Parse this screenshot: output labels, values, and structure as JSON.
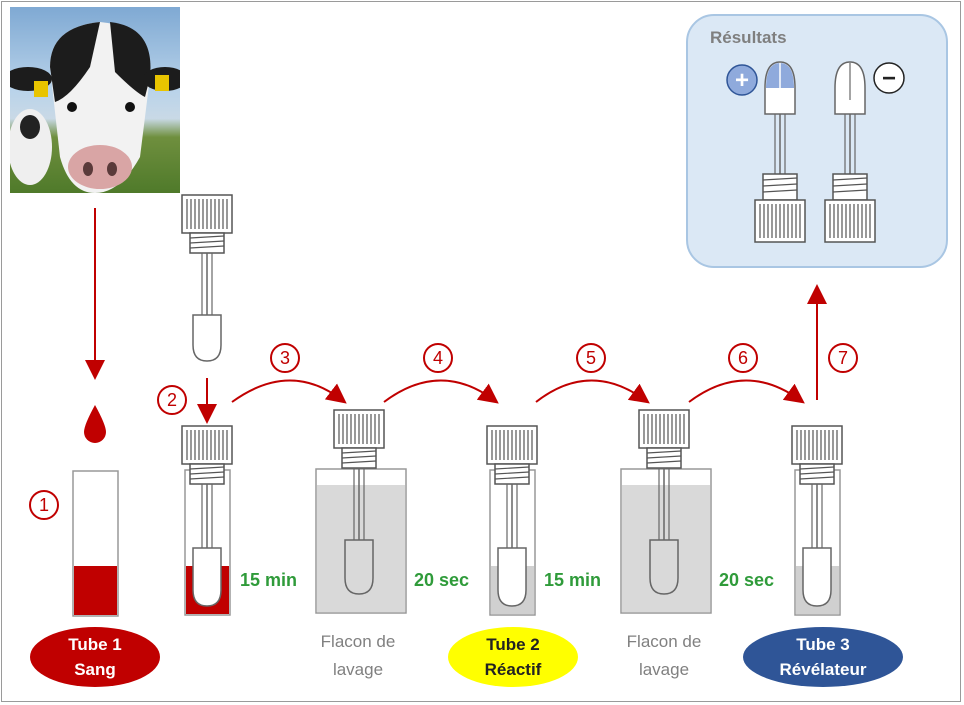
{
  "results": {
    "title": "Résultats",
    "positive_symbol": "+",
    "negative_symbol": "−"
  },
  "steps": [
    "1",
    "2",
    "3",
    "4",
    "5",
    "6",
    "7"
  ],
  "times": [
    "15 min",
    "20 sec",
    "15 min",
    "20 sec"
  ],
  "flacon": {
    "line1": "Flacon de",
    "line2": "lavage"
  },
  "tubes": [
    {
      "line1": "Tube 1",
      "line2": "Sang",
      "color": "#c00000"
    },
    {
      "line1": "Tube 2",
      "line2": "Réactif",
      "color": "#ffff00"
    },
    {
      "line1": "Tube 3",
      "line2": "Révélateur",
      "color": "#2f5597"
    }
  ],
  "colors": {
    "arrow": "#c00000",
    "time": "#2f9b3a",
    "panel": "#dbe8f5",
    "gray_liquid": "#d9d9d9",
    "blood": "#c00000"
  }
}
